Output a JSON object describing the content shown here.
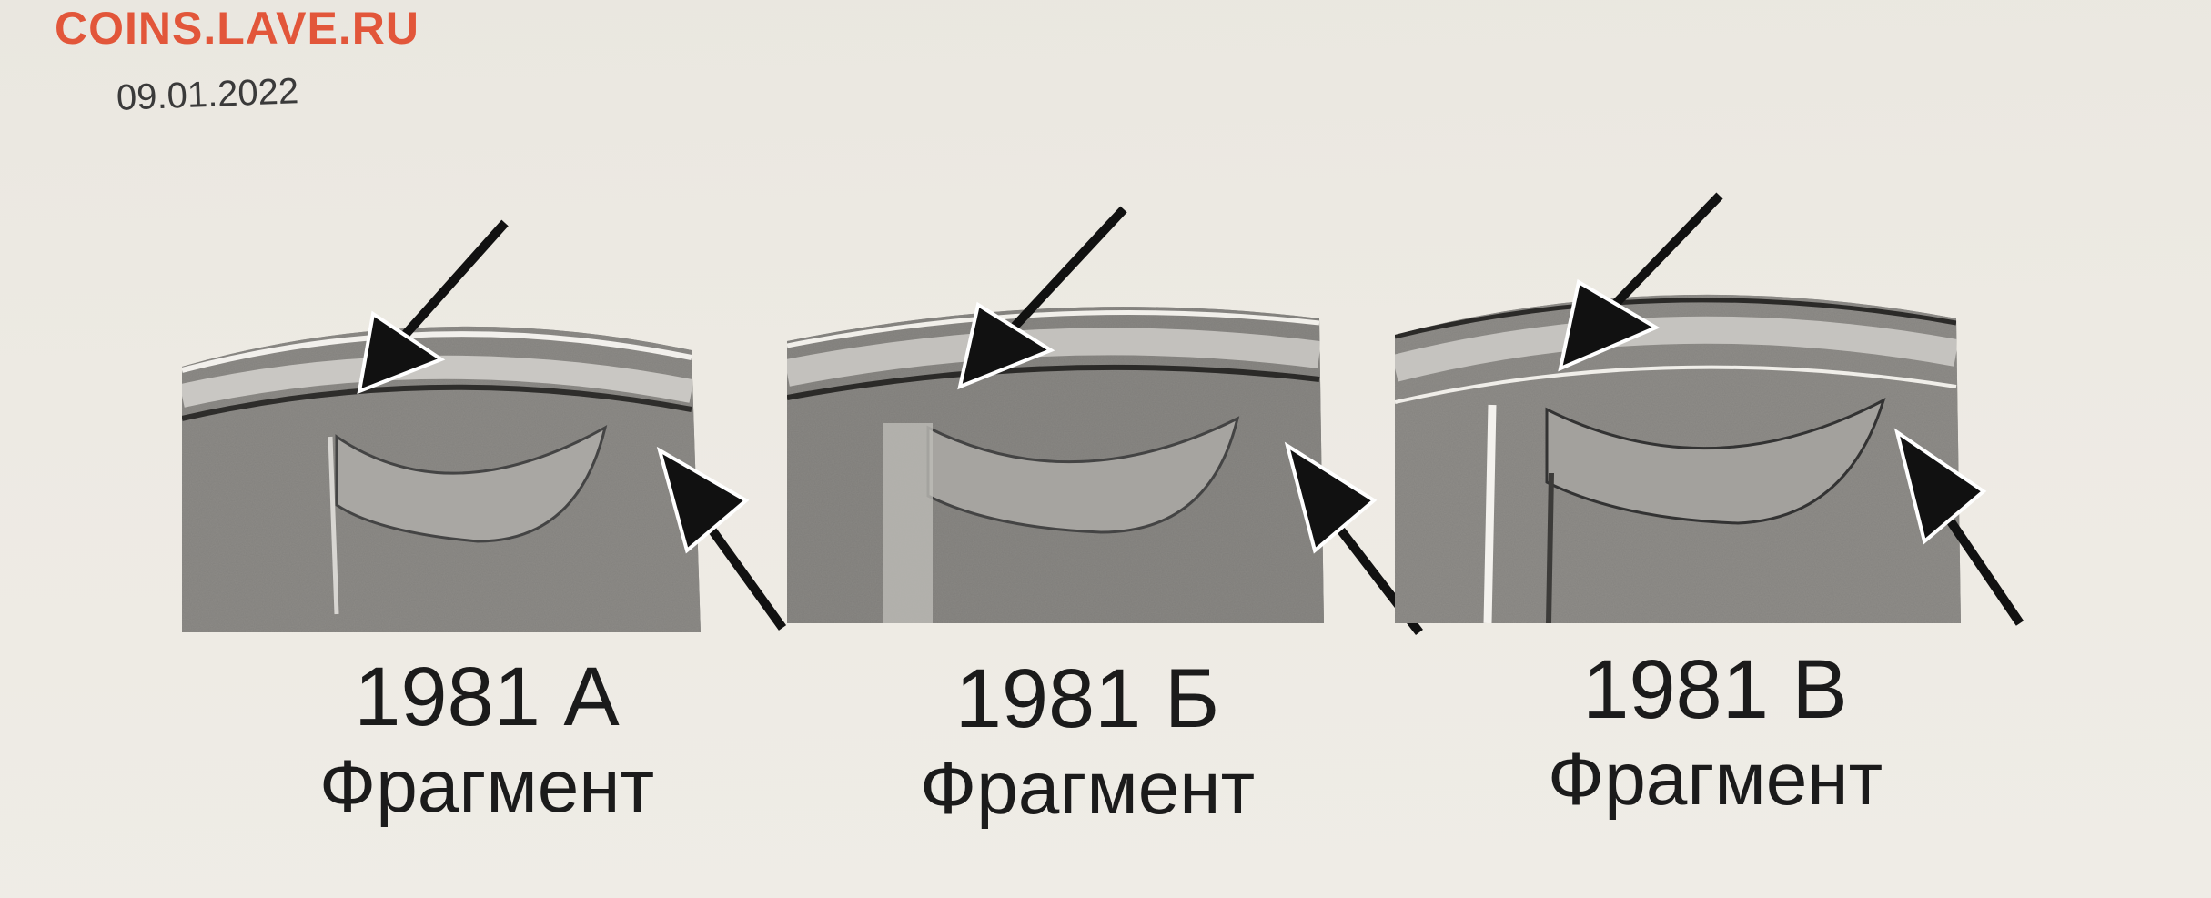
{
  "watermark": "COINS.LAVE.RU",
  "date": "09.01.2022",
  "fragments": [
    {
      "variant": "1981 А",
      "label": "Фрагмент"
    },
    {
      "variant": "1981 Б",
      "label": "Фрагмент"
    },
    {
      "variant": "1981 В",
      "label": "Фрагмент"
    }
  ]
}
